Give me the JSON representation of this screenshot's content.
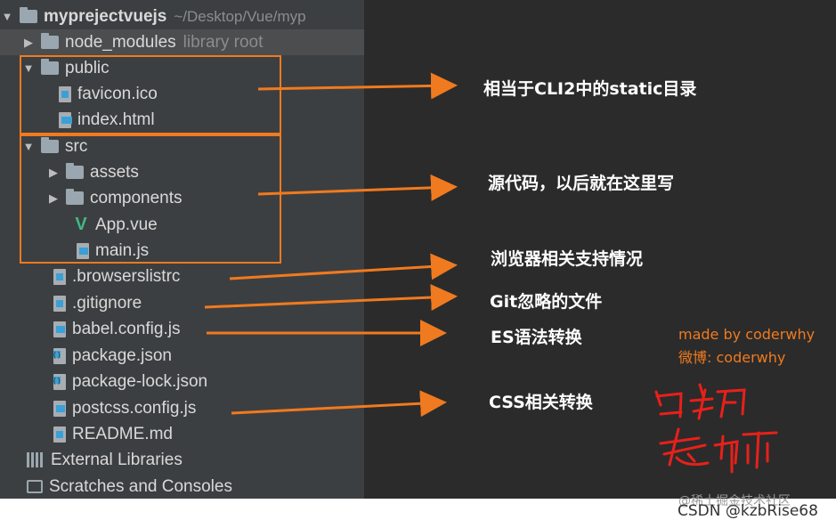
{
  "colors": {
    "panel_bg": "#3c3f41",
    "editor_bg": "#2b2b2b",
    "highlight_row": "#4b4d4f",
    "annotation_orange": "#f07a1f",
    "handwriting_red": "#e8201a",
    "vue_green": "#41b883"
  },
  "tree": {
    "root": {
      "label": "myprejectvuejs",
      "path": "~/Desktop/Vue/myp",
      "icon": "folder-icon"
    },
    "node_modules": {
      "label": "node_modules",
      "sub": "library root",
      "icon": "folder-icon"
    },
    "public": {
      "label": "public",
      "icon": "folder-icon"
    },
    "favicon": {
      "label": "favicon.ico",
      "icon": "ico-file-icon"
    },
    "index_html": {
      "label": "index.html",
      "icon": "html-file-icon"
    },
    "src": {
      "label": "src",
      "icon": "folder-icon"
    },
    "assets": {
      "label": "assets",
      "icon": "folder-icon"
    },
    "components": {
      "label": "components",
      "icon": "folder-icon"
    },
    "app_vue": {
      "label": "App.vue",
      "icon": "vue-icon"
    },
    "main_js": {
      "label": "main.js",
      "icon": "js-file-icon"
    },
    "browserslistrc": {
      "label": ".browserslistrc",
      "icon": "text-file-icon"
    },
    "gitignore": {
      "label": ".gitignore",
      "icon": "text-file-icon"
    },
    "babel_config": {
      "label": "babel.config.js",
      "icon": "js-file-icon"
    },
    "package_json": {
      "label": "package.json",
      "icon": "json-file-icon"
    },
    "package_lock": {
      "label": "package-lock.json",
      "icon": "json-file-icon"
    },
    "postcss_config": {
      "label": "postcss.config.js",
      "icon": "js-file-icon"
    },
    "readme": {
      "label": "README.md",
      "icon": "markdown-file-icon"
    },
    "external_libraries": {
      "label": "External Libraries",
      "icon": "library-icon"
    },
    "scratches": {
      "label": "Scratches and Consoles",
      "icon": "scratch-icon"
    }
  },
  "annotations": {
    "public_note": "相当于CLI2中的static目录",
    "src_note": "源代码，以后就在这里写",
    "browserslist_note": "浏览器相关支持情况",
    "gitignore_note": "Git忽略的文件",
    "babel_note": "ES语法转换",
    "postcss_note": "CSS相关转换"
  },
  "credit": {
    "line1": "made by coderwhy",
    "line2": "微博: coderwhy"
  },
  "handwriting": "王红元 老师",
  "watermark": {
    "line1": "@稀土掘金技术社区",
    "line2": "CSDN @kzbRise68"
  }
}
